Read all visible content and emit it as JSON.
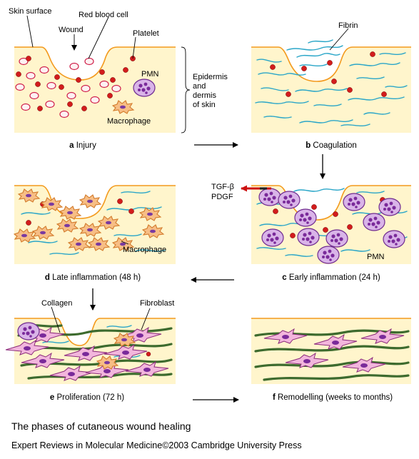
{
  "labels": {
    "skin_surface": "Skin surface",
    "red_blood_cell": "Red blood cell",
    "wound": "Wound",
    "platelet": "Platelet",
    "pmn": "PMN",
    "macrophage": "Macrophage",
    "epidermis_l1": "Epidermis",
    "epidermis_l2": "and",
    "epidermis_l3": "dermis",
    "epidermis_l4": "of skin",
    "fibrin": "Fibrin",
    "tgf": "TGF-β",
    "pdgf": "PDGF",
    "macrophage_d": "Macrophage",
    "pmn_c": "PMN",
    "collagen": "Collagen",
    "fibroblast": "Fibroblast"
  },
  "panels": [
    {
      "letter": "a",
      "caption": "Injury"
    },
    {
      "letter": "b",
      "caption": "Coagulation"
    },
    {
      "letter": "c",
      "caption": "Early inflammation (24 h)"
    },
    {
      "letter": "d",
      "caption": "Late inflammation (48 h)"
    },
    {
      "letter": "e",
      "caption": "Proliferation (72 h)"
    },
    {
      "letter": "f",
      "caption": "Remodelling (weeks to months)"
    }
  ],
  "figure_title": "The phases of cutaneous wound healing",
  "credit": "Expert Reviews in Molecular Medicine©2003 Cambridge University Press",
  "colors": {
    "panel_fill": "#fff5cc",
    "skin_surface": "#f39a1d",
    "fibrin": "#2aa6c8",
    "collagen": "#3d6b2e",
    "platelet": "#d21c1c",
    "red_blood_cell": "#d0204a",
    "macrophage": "#f7be85",
    "pmn": "#d9b4e8",
    "fibroblast": "#f2b6dc",
    "signal_arrow": "#cc1111"
  }
}
